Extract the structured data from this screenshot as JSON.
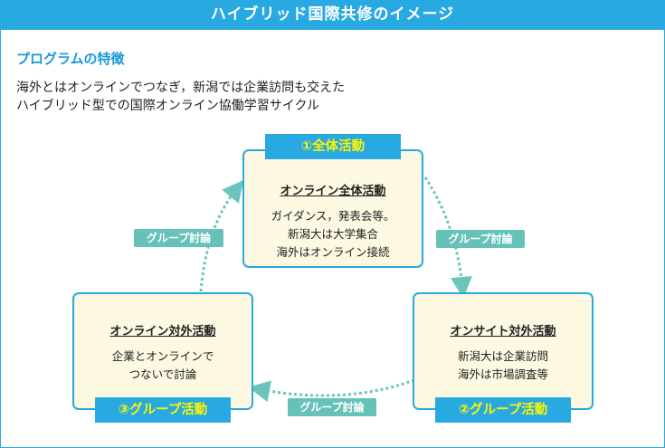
{
  "header": {
    "title": "ハイブリッド国際共修のイメージ"
  },
  "subtitle": "プログラムの特徴",
  "description": [
    "海外とはオンラインでつなぎ，新潟では企業訪問も交えた",
    "ハイブリッド型での国際オンライン協働学習サイクル"
  ],
  "nodes": {
    "top": {
      "badge": "①全体活動",
      "title": "オンライン全体活動",
      "lines": [
        "ガイダンス，発表会等。",
        "新潟大は大学集合",
        "海外はオンライン接続"
      ]
    },
    "right": {
      "badge": "②グループ活動",
      "title": "オンサイト対外活動",
      "lines": [
        "新潟大は企業訪問",
        "海外は市場調査等"
      ]
    },
    "left": {
      "badge": "③グループ活動",
      "title": "オンライン対外活動",
      "lines": [
        "企業とオンラインで",
        "つないで討論"
      ]
    }
  },
  "edges": {
    "top_to_right": "グループ討論",
    "right_to_left": "グループ討論",
    "left_to_top": "グループ討論"
  },
  "colors": {
    "accent": "#28a9e1",
    "box_fill": "#fdf8e2",
    "badge_text": "#fff500",
    "pill": "#66c2b8",
    "arrow": "#6cc5bb"
  }
}
